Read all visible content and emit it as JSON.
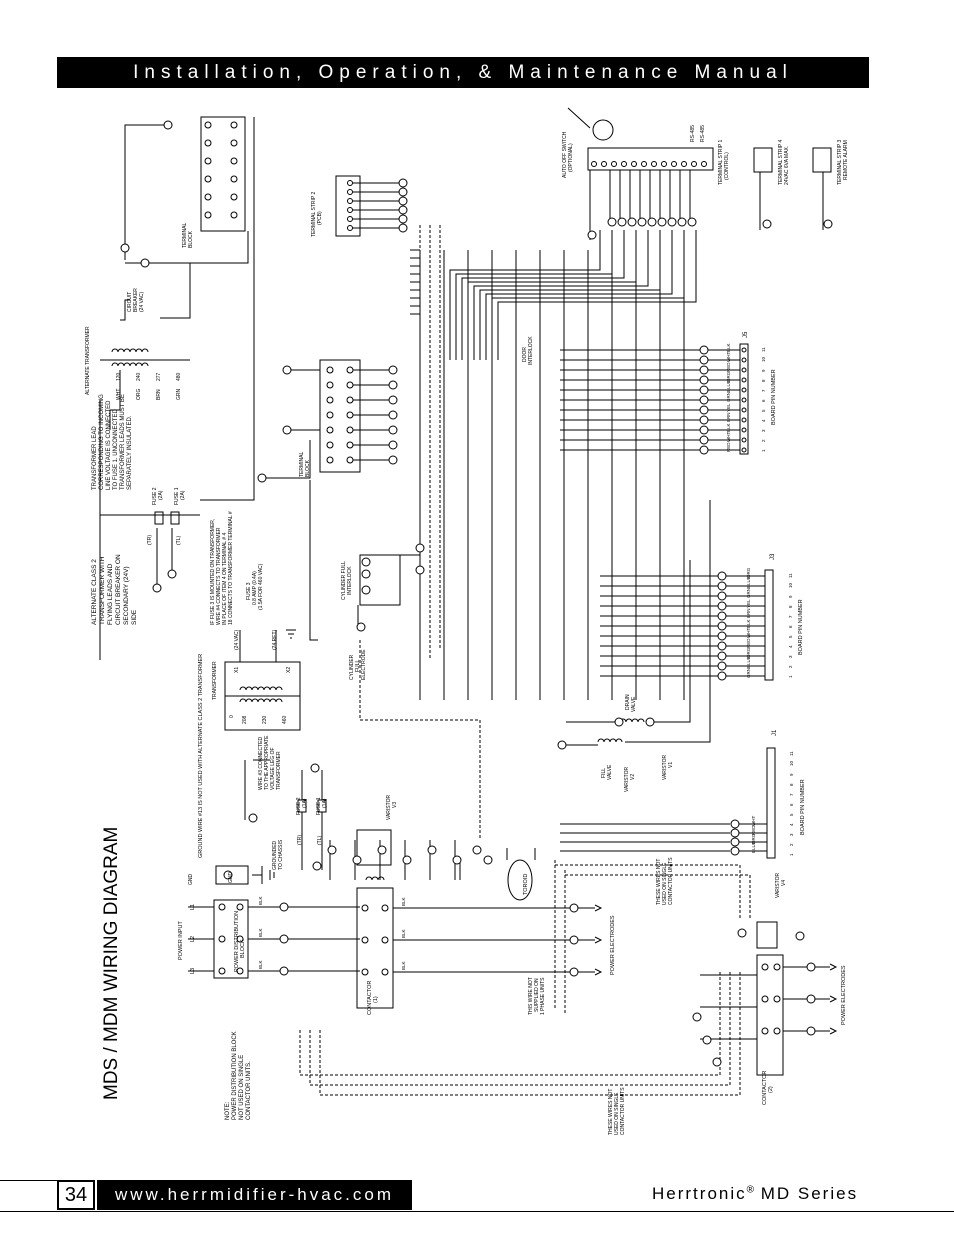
{
  "header": {
    "title": "Installation, Operation, & Maintenance Manual"
  },
  "footer": {
    "page_number": "34",
    "url": "www.herrmidifier-hvac.com",
    "brand": "Herrtronic",
    "reg": "®",
    "series": " MD Series"
  },
  "diagram": {
    "title": "MDS / MDM WIRING DIAGRAM",
    "note": [
      "NOTE:",
      "POWER DISTRIBUTION BLOCK",
      "NOT USED ON SINGLE",
      "CONTACTOR UNITS."
    ],
    "ground_wire_note": "GROUND WIRE #13 IS NOT USED WITH ALTERNATE CLASS 2 TRANSFORMER",
    "alt_transformer_note": [
      "ALTERNATE CLASS 2",
      "TRANSFORMER WITH",
      "FLYING LEADS AND",
      "CIRCUIT BREAKER ON",
      "SECONDARY (24V)",
      "SIDE"
    ],
    "transformer_lead_note": [
      "TRANSFORMER LEAD",
      "CORRESPONDING TO INCOMING",
      "LINE VOLTAGE IS CONNECTED",
      "TO FUSE 1. UNCONNECTED",
      "TRANSFORMER LEADS MUST BE",
      "SEPARATELY INSULATED."
    ],
    "alt_transformer_label": "ALTERNATE TRANSFORMER",
    "tap_voltages": [
      "120",
      "240",
      "277",
      "480"
    ],
    "tap_colors": [
      "WHT",
      "ORG",
      "BRN",
      "GRN"
    ],
    "circuit_breaker": [
      "CIRCUIT",
      "BREAKER",
      "(24 VAC)"
    ],
    "terminal_block": [
      "TERMINAL",
      "BLOCK"
    ],
    "terminal_strip_2": [
      "TERMINAL STRIP 2",
      "(PCB)"
    ],
    "terminal_strip_1": [
      "TERMINAL STRIP 1",
      "(CONTROL)"
    ],
    "terminal_strip_4": [
      "TERMINAL STRIP 4",
      "24VAC 6VA MAX."
    ],
    "terminal_strip_3": [
      "TERMINAL STRIP 3",
      "REMOTE ALARM"
    ],
    "auto_off_switch": [
      "AUTO OFF SWITCH",
      "(OPTIONAL)"
    ],
    "rs485_labels": [
      "RS-485",
      "RS-485"
    ],
    "door_interlock": [
      "DOOR",
      "INTERLOCK"
    ],
    "connectors": [
      "J5",
      "J3",
      "J1"
    ],
    "board_pin_number": "BOARD PIN NUMBER",
    "pin_numbers": [
      "1",
      "2",
      "3",
      "4",
      "5",
      "6",
      "7",
      "8",
      "9",
      "10",
      "11"
    ],
    "transformer_label": "TRANSFORMER",
    "transformer_voltages": [
      "0",
      "208",
      "230",
      "460"
    ],
    "transformer_taps": [
      "X1",
      "X2"
    ],
    "tap_note": [
      "IF FUSE 3 IS MOUNTED ON TRANSFORMER,",
      "WIRE #4 CONNECTS TO TRANSFORMER",
      "IN PLACE OF ITEM 4 ON TERMINAL # 4",
      "18 CONNECTS TO TRANSFORMER TERMINAL #"
    ],
    "fuse3_label": [
      "FUSE 3",
      "0.8 AMP (0.4A)",
      "(1.5A FOR 460 VAC)"
    ],
    "vac_labels": [
      "(24 VAC)",
      "(24 RET)"
    ],
    "cylinder_interlock": [
      "CYLINDER FULL",
      "INTERLOCK"
    ],
    "cylinder_electrode": [
      "CYLINDER",
      "FULL",
      "ELECTRODE"
    ],
    "wire_note": [
      "WIRE #3 CONNECTED",
      "TO THE APPROPRIATE",
      "VOLTAGE LEG OF",
      "TRANSFORMER"
    ],
    "fuses": [
      "FUSE 2",
      "(1A)",
      "FUSE 1",
      "(1A)"
    ],
    "fuse_tags": [
      "(TR)",
      "(TL)"
    ],
    "alt_fuses": [
      "FUSE 2",
      "(2A)",
      "FUSE 1",
      "(2A)"
    ],
    "grounded_to_chassis": [
      "GROUNDED",
      "TO CHASSIS"
    ],
    "gnd": "GND",
    "power_input": "POWER INPUT",
    "line_labels": [
      "L1",
      "L2",
      "L3"
    ],
    "power_dist_block": [
      "POWER DISTRIBUTION",
      "BLOCK"
    ],
    "contactor_1": [
      "CONTACTOR",
      "(1)"
    ],
    "contactor_2": [
      "CONTACTOR",
      "(2)"
    ],
    "power_electrodes": "POWER ELECTRODES",
    "varistor_labels": [
      "VARISTOR",
      "V3",
      "VARISTOR",
      "V2",
      "VARISTOR",
      "V1",
      "VARISTOR",
      "V4"
    ],
    "fill_valve": [
      "FILL",
      "VALVE"
    ],
    "drain_valve": [
      "DRAIN",
      "VALVE"
    ],
    "toroid": "TOROID",
    "three_wires_note": [
      "THESE WIRES NOT",
      "USED ON SINGLE",
      "CONTACTOR UNITS"
    ],
    "three_wire_note_b": [
      "THIS WIRE NOT",
      "SUPPLIED ON",
      "1 PHASE UNITS"
    ],
    "wire_colors": [
      "BLK",
      "WHT",
      "RED",
      "ORG",
      "BLUE",
      "GRN",
      "YEL",
      "BRN"
    ]
  }
}
